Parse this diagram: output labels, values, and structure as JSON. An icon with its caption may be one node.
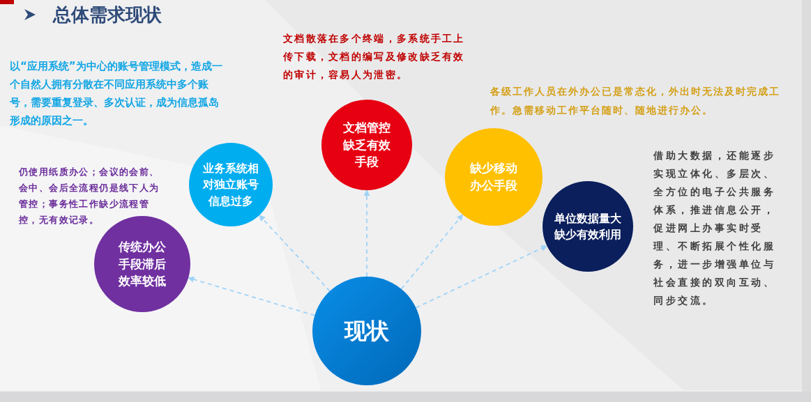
{
  "diagram": {
    "title": "总体需求现状",
    "nodes": [
      {
        "text": [
          "文档管控缺乏有效手段"
        ],
        "beside": [
          "文档散落在多个终端，多系统手工上传下载，文档的编写及修改缺乏有效的审计，容易人为泄密。"
        ]
      },
      {
        "text": [
          "业务系统相对独立账号信息过多"
        ],
        "beside": [
          "以“应用系统”为中心的账号管理模式，造成一个自然人拥有分散在不同应用系统中多个账号，需要重复登录、多次认证，成为信息孤岛形成的原因之一。"
        ]
      },
      {
        "text": [
          "缺少移动办公手段"
        ],
        "beside": [
          "各级工作人员在外办公已是常态化，外出时无法及时完成工作。急需移动工作平台随时、随地进行办公。"
        ]
      },
      {
        "text": [
          "单位数据量大缺少有效利用"
        ],
        "beside": [
          "借助大数据，还能逐步实现立体化、多层次、全方位的电子公共服务体系，推进信息公开，促进网上办事实时受理、不断拓展个性化服务，进一步增强单位与社会直接的双向互动、同步交流。"
        ]
      },
      {
        "text": [
          "传统办公手段滞后效率较低"
        ],
        "beside": [
          "仍使用纸质办公；会议的会前、会中、会后全流程仍是线下人为管控；事务性工作缺少流程管控，无有效记录。"
        ]
      },
      {
        "text": [
          "现状"
        ]
      }
    ],
    "edges": [
      {
        "from": 5,
        "to": 0,
        "arrow": "to",
        "style": "dashed"
      },
      {
        "from": 5,
        "to": 1,
        "arrow": "to",
        "style": "dashed"
      },
      {
        "from": 5,
        "to": 2,
        "arrow": "to",
        "style": "dashed"
      },
      {
        "from": 5,
        "to": 3,
        "arrow": "to",
        "style": "dashed"
      },
      {
        "from": 5,
        "to": 4,
        "arrow": "to",
        "style": "dashed"
      }
    ]
  }
}
